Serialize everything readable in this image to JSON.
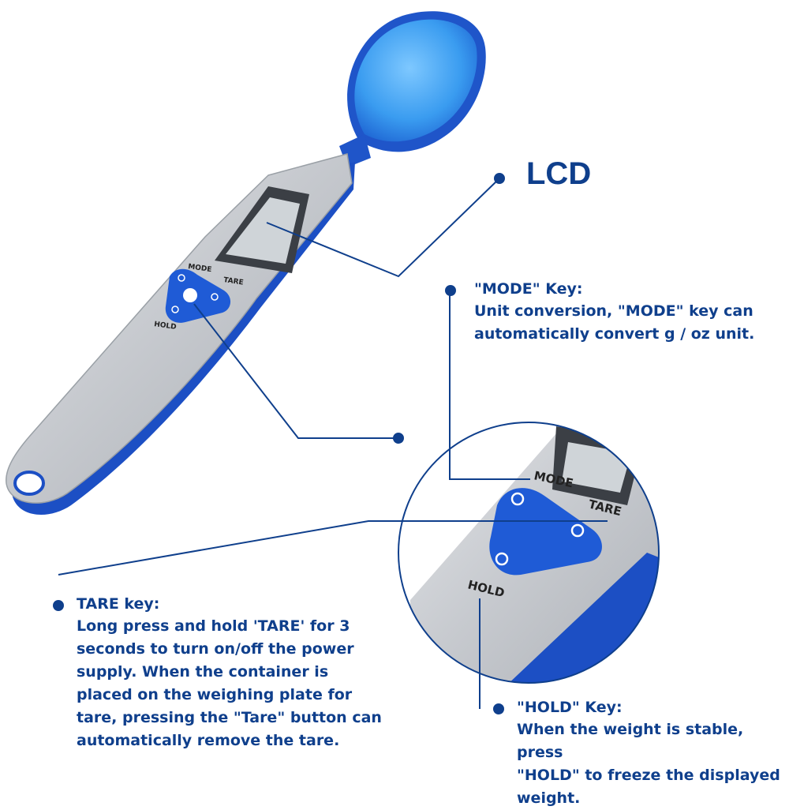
{
  "colors": {
    "accent": "#0f3f8c",
    "spoon_blue": "#1a5ad0",
    "steel": "#c9ccd0"
  },
  "product": {
    "labels": {
      "mode": "MODE",
      "tare": "TARE",
      "hold": "HOLD"
    }
  },
  "callouts": {
    "lcd": {
      "title": "LCD"
    },
    "mode": {
      "title": "\"MODE\" Key:",
      "lines": [
        "Unit conversion, \"MODE\" key can",
        "automatically convert g / oz unit."
      ]
    },
    "tare": {
      "title": "TARE key:",
      "lines": [
        "Long press and hold 'TARE' for 3",
        "seconds to turn on/off the power",
        "supply. When the container is",
        "placed on the weighing plate for",
        "tare, pressing the \"Tare\" button can",
        "automatically remove the tare."
      ]
    },
    "hold": {
      "title": "\"HOLD\" Key:",
      "lines": [
        "When the weight is stable, press",
        "\"HOLD\" to freeze the displayed",
        "weight."
      ]
    }
  }
}
